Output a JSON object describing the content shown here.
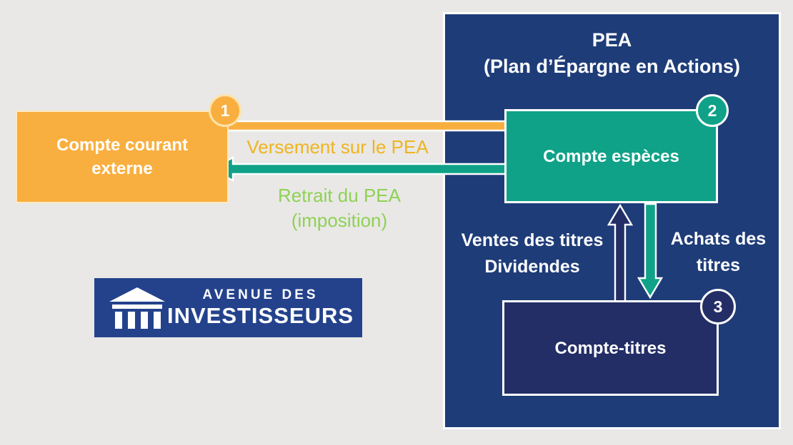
{
  "colors": {
    "background": "#E9E8E6",
    "pea_panel": "#1E3C78",
    "teal": "#0FA288",
    "navy_box": "#232E66",
    "orange": "#F9AF3F",
    "deposit_label": "#EFB41F",
    "withdrawal_label": "#8FD155",
    "logo_panel": "#24428C"
  },
  "pea": {
    "title_line1": "PEA",
    "title_line2": "(Plan d’Épargne en Actions)"
  },
  "boxes": {
    "external_account": {
      "line1": "Compte courant",
      "line2": "externe",
      "step": "1"
    },
    "cash_account": {
      "label": "Compte espèces",
      "step": "2"
    },
    "securities_account": {
      "label": "Compte-titres",
      "step": "3"
    }
  },
  "flows": {
    "deposit": {
      "label": "Versement sur le PEA"
    },
    "withdrawal": {
      "line1": "Retrait du PEA",
      "line2": "(imposition)"
    },
    "sales": {
      "line1": "Ventes des titres",
      "line2": "Dividendes"
    },
    "purchases": {
      "line1": "Achats des",
      "line2": "titres"
    }
  },
  "logo": {
    "line1": "AVENUE DES",
    "line2": "INVESTISSEURS"
  }
}
